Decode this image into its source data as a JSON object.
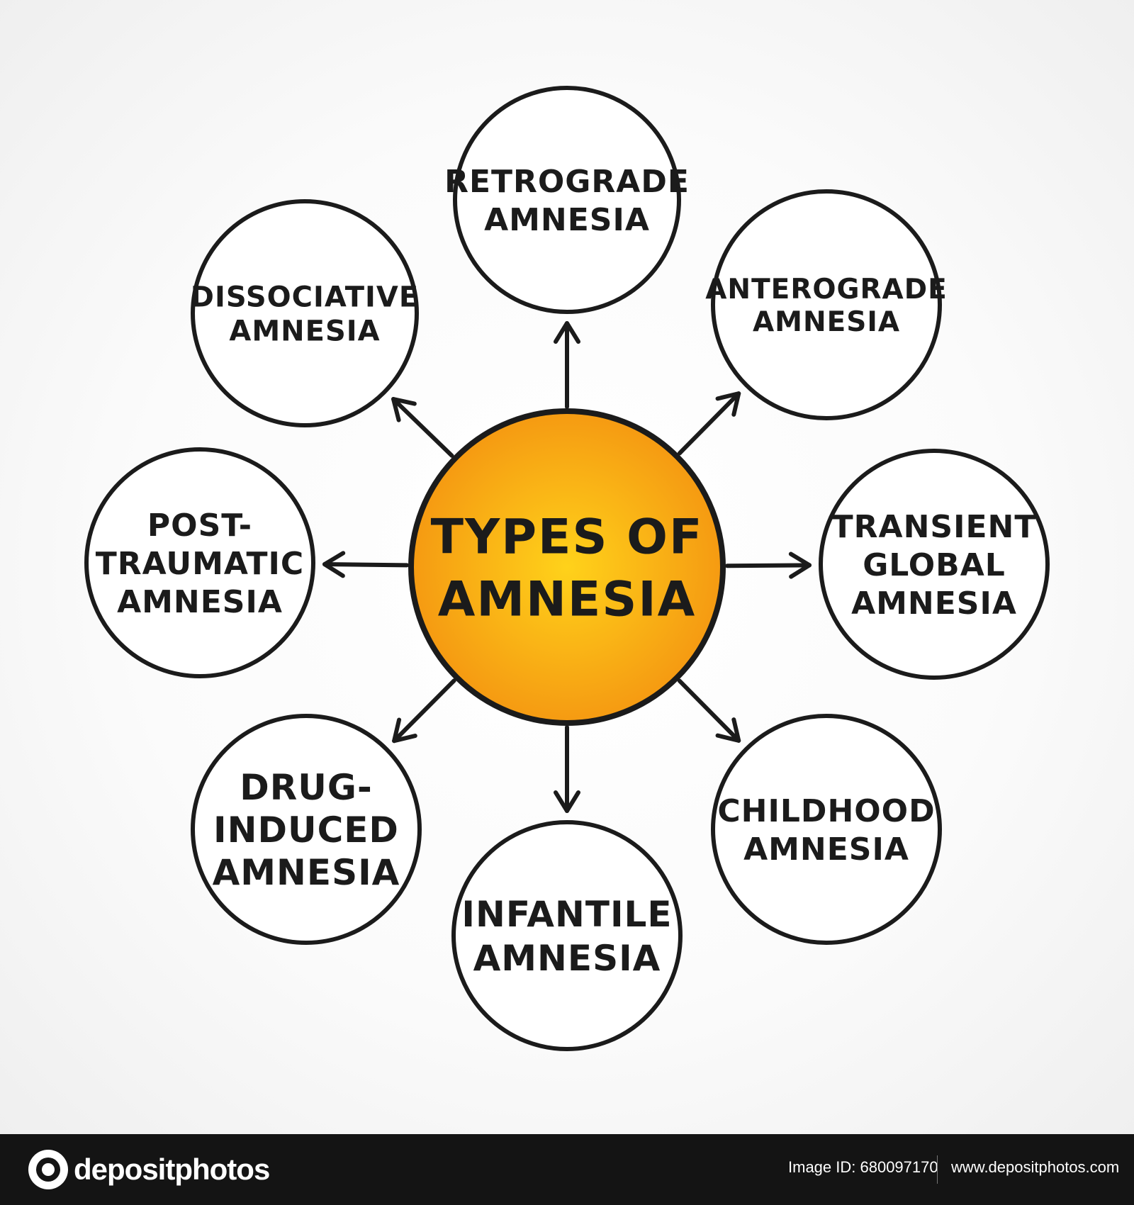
{
  "diagram": {
    "center": {
      "lines": [
        "TYPES OF",
        "AMNESIA"
      ]
    },
    "nodes": [
      {
        "id": "retrograde",
        "lines": [
          "RETROGRADE",
          "AMNESIA"
        ]
      },
      {
        "id": "anterograde",
        "lines": [
          "ANTEROGRADE",
          "AMNESIA"
        ]
      },
      {
        "id": "transient-global",
        "lines": [
          "TRANSIENT",
          "GLOBAL",
          "AMNESIA"
        ]
      },
      {
        "id": "childhood",
        "lines": [
          "CHILDHOOD",
          "AMNESIA"
        ]
      },
      {
        "id": "infantile",
        "lines": [
          "INFANTILE",
          "AMNESIA"
        ]
      },
      {
        "id": "drug-induced",
        "lines": [
          "DRUG-",
          "INDUCED",
          "AMNESIA"
        ]
      },
      {
        "id": "post-traumatic",
        "lines": [
          "POST-",
          "TRAUMATIC",
          "AMNESIA"
        ]
      },
      {
        "id": "dissociative",
        "lines": [
          "DISSOCIATIVE",
          "AMNESIA"
        ]
      }
    ],
    "colors": {
      "center_fill_inner": "#ffd21a",
      "center_fill_outer": "#f59a12",
      "stroke": "#1b1b1b",
      "node_fill": "#ffffff"
    }
  },
  "footer": {
    "brand": "depositphotos",
    "image_id": "Image ID: 680097170",
    "url": "www.depositphotos.com"
  }
}
